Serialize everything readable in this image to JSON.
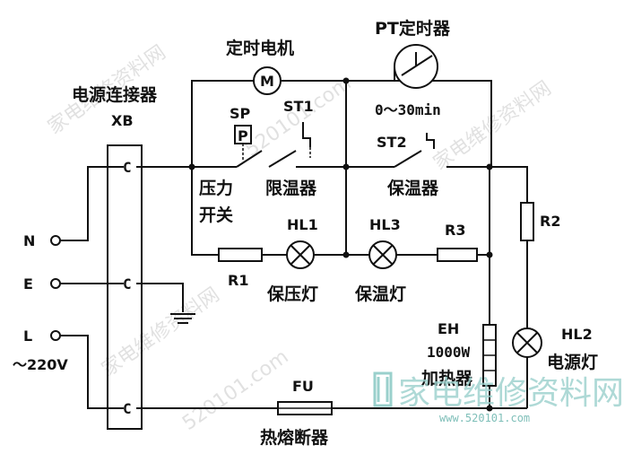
{
  "labels": {
    "timer_motor": "定时电机",
    "motor_symbol": "M",
    "pt_timer": "PT定时器",
    "pt_range": "0～30min",
    "power_connector": "电源连接器",
    "xb": "XB",
    "sp": "SP",
    "p_symbol": "P",
    "st1": "ST1",
    "st2": "ST2",
    "pressure_switch_line1": "压力",
    "pressure_switch_line2": "开关",
    "temp_limiter": "限温器",
    "thermostat": "保温器",
    "hl1": "HL1",
    "hl3": "HL3",
    "r3": "R3",
    "r1": "R1",
    "pressure_lamp": "保压灯",
    "warm_lamp": "保温灯",
    "r2": "R2",
    "hl2": "HL2",
    "power_lamp": "电源灯",
    "eh": "EH",
    "eh_power": "1000W",
    "heater": "加热器",
    "fu": "FU",
    "fuse": "热熔断器",
    "n": "N",
    "e": "E",
    "l": "L",
    "voltage": "～220V"
  },
  "watermarks": {
    "brand": "家电维修资料网",
    "domain_frag": "520101.com",
    "logo_text": "家电维修资料网",
    "logo_url": "www.520101.com"
  },
  "colors": {
    "line": "#111111",
    "watermark": "#9ad0cc"
  }
}
